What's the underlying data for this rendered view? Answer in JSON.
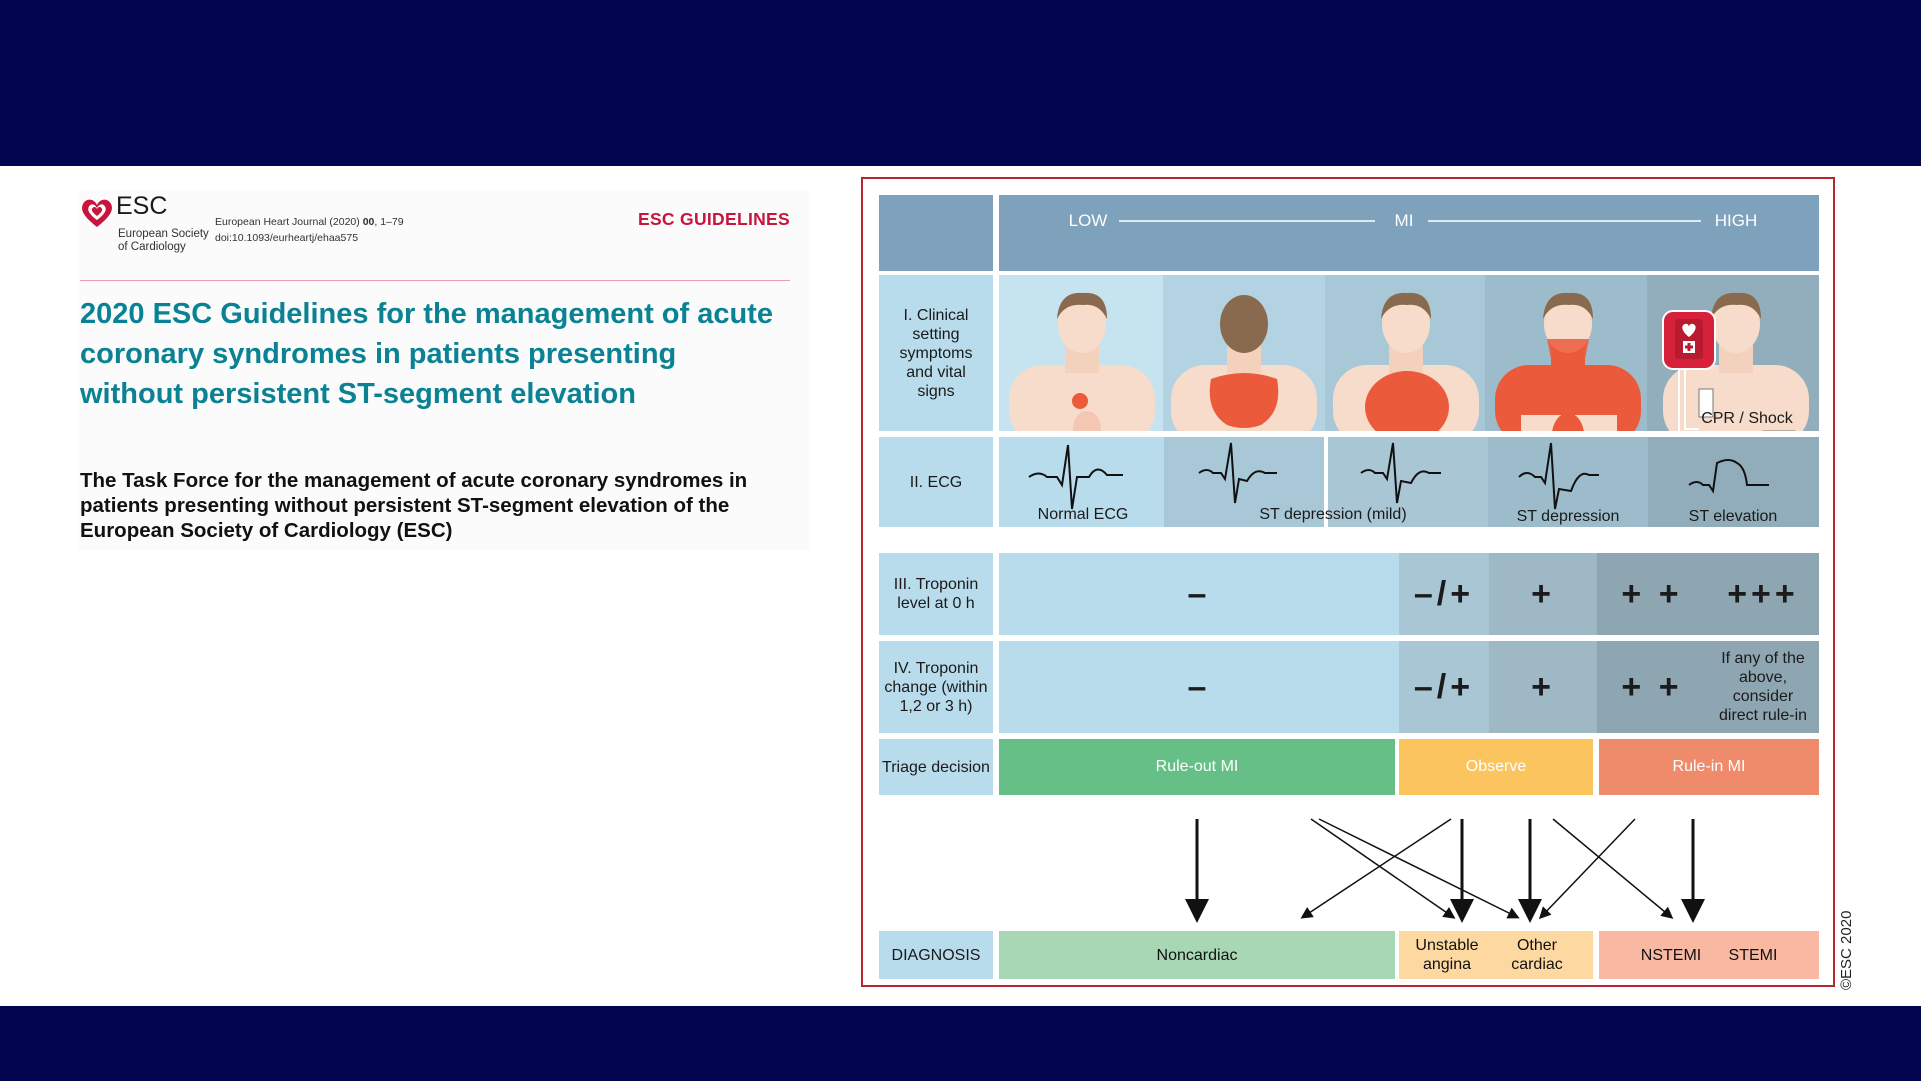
{
  "publication": {
    "logo_text": "ESC",
    "logo_subtext": "European Society of Cardiology",
    "journal_prefix": "European Heart Journal (2020)",
    "journal_volume": "00",
    "journal_pages": ", 1–79",
    "doi": "doi:10.1093/eurheartj/ehaa575",
    "section": "ESC GUIDELINES",
    "title": "2020 ESC Guidelines for the management of acute coronary syndromes in patients presenting without persistent ST-segment elevation",
    "subtitle": "The Task Force for the management of acute coronary syndromes in patients presenting without persistent ST-segment elevation of the European Society of Cardiology (ESC)"
  },
  "figure": {
    "scale": {
      "low": "LOW",
      "mid": "MI",
      "high": "HIGH"
    },
    "row_labels": {
      "clinical": "I. Clinical setting symptoms and vital signs",
      "ecg": "II. ECG",
      "trop0": "III. Troponin level at 0 h",
      "tropchange": "IV. Troponin change (within 1,2 or 3 h)",
      "triage": "Triage decision",
      "diagnosis": "DIAGNOSIS"
    },
    "clinical_note": "CPR / Shock",
    "ecg_labels": [
      "Normal ECG",
      "ST depression (mild)",
      "ST depression",
      "ST elevation"
    ],
    "trop0": [
      "–",
      "–/+",
      "+",
      "+ +",
      "+++"
    ],
    "tropchange": [
      "–",
      "–/+",
      "+",
      "+ +"
    ],
    "tropchange_note": "If any of the above, consider direct rule-in",
    "triage": [
      "Rule-out MI",
      "Observe",
      "Rule-in MI"
    ],
    "diagnosis": [
      "Noncardiac",
      "Unstable angina",
      "Other cardiac",
      "NSTEMI",
      "STEMI"
    ],
    "colors": {
      "ruleout": "#66bf86",
      "observe": "#fbc45e",
      "rulein": "#ef8a6a",
      "pain": "#ec5a3c"
    }
  },
  "copyright": "©ESC 2020"
}
